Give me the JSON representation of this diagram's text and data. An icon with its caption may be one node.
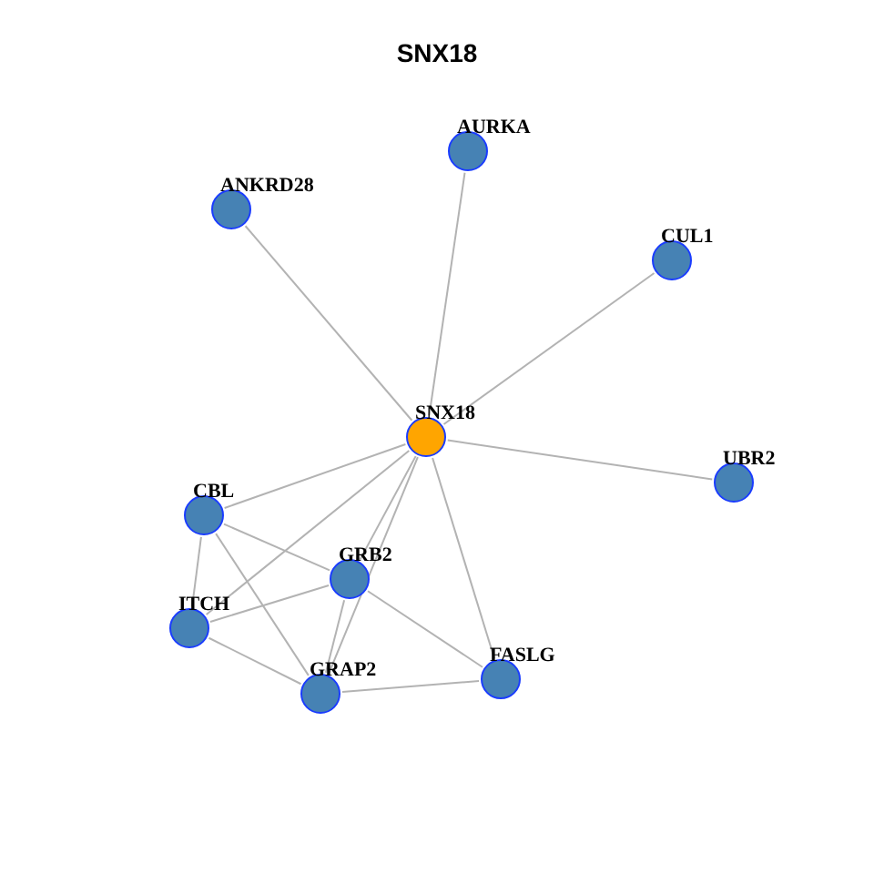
{
  "diagram": {
    "title": "SNX18",
    "nodes": [
      {
        "text": [
          "AURKA"
        ]
      },
      {
        "text": [
          "ANKRD28"
        ]
      },
      {
        "text": [
          "CUL1"
        ]
      },
      {
        "text": [
          "SNX18"
        ]
      },
      {
        "text": [
          "UBR2"
        ]
      },
      {
        "text": [
          "CBL"
        ]
      },
      {
        "text": [
          "GRB2"
        ]
      },
      {
        "text": [
          "ITCH"
        ]
      },
      {
        "text": [
          "FASLG"
        ]
      },
      {
        "text": [
          "GRAP2"
        ]
      }
    ],
    "edges": [
      {
        "from": 3,
        "to": 0,
        "arrow": "none"
      },
      {
        "from": 3,
        "to": 1,
        "arrow": "none"
      },
      {
        "from": 3,
        "to": 2,
        "arrow": "none"
      },
      {
        "from": 3,
        "to": 4,
        "arrow": "none"
      },
      {
        "from": 3,
        "to": 5,
        "arrow": "none"
      },
      {
        "from": 3,
        "to": 6,
        "arrow": "none"
      },
      {
        "from": 3,
        "to": 7,
        "arrow": "none"
      },
      {
        "from": 3,
        "to": 9,
        "arrow": "none"
      },
      {
        "from": 3,
        "to": 8,
        "arrow": "none"
      },
      {
        "from": 5,
        "to": 6,
        "arrow": "none"
      },
      {
        "from": 5,
        "to": 7,
        "arrow": "none"
      },
      {
        "from": 5,
        "to": 9,
        "arrow": "none"
      },
      {
        "from": 6,
        "to": 7,
        "arrow": "none"
      },
      {
        "from": 6,
        "to": 8,
        "arrow": "none"
      },
      {
        "from": 6,
        "to": 9,
        "arrow": "none"
      },
      {
        "from": 7,
        "to": 9,
        "arrow": "none"
      },
      {
        "from": 9,
        "to": 8,
        "arrow": "none"
      }
    ]
  }
}
